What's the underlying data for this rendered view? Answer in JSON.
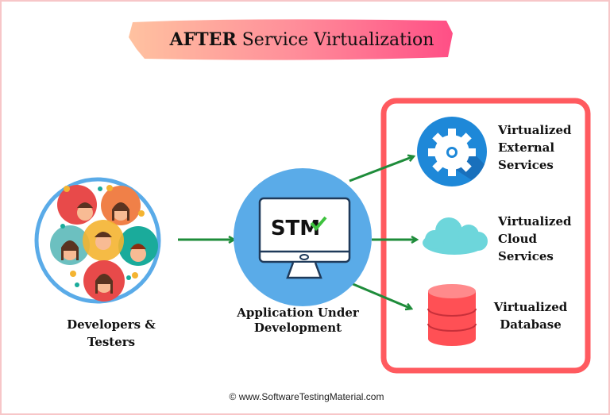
{
  "title": {
    "bold": "AFTER",
    "rest": " Service Virtualization"
  },
  "developers": {
    "line1": "Developers &",
    "line2": "Testers",
    "icon": "people-group-icon"
  },
  "application": {
    "line1": "Application Under",
    "line2": "Development",
    "logo": "STM",
    "icon": "monitor-icon"
  },
  "virtualized": [
    {
      "lines": [
        "Virtualized",
        "External",
        "Services"
      ],
      "icon": "gear-icon"
    },
    {
      "lines": [
        "Virtualized",
        "Cloud",
        "Services"
      ],
      "icon": "cloud-icon"
    },
    {
      "lines": [
        "Virtualized",
        "Database"
      ],
      "icon": "database-icon"
    }
  ],
  "footer": "© www.SoftwareTestingMaterial.com",
  "colors": {
    "box": "#ff5a5f",
    "arrow": "#1e8c3a",
    "blue": "#5aabe8",
    "gear": "#1e88d8",
    "cloud": "#6dd6db",
    "db": "#ff5055"
  }
}
